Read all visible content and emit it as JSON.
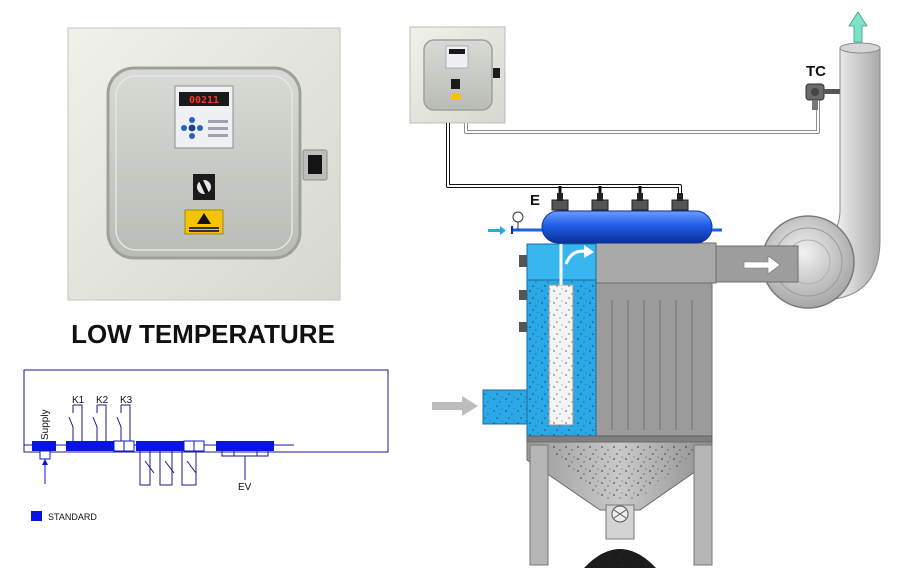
{
  "title": "LOW TEMPERATURE",
  "panel": {
    "display_value": "00211",
    "cabinet_color": "#e6e6e0",
    "door_color": "#c9ccc6"
  },
  "schematic": {
    "supply_label": "Supply",
    "relays": [
      "K1",
      "K2",
      "K3"
    ],
    "valves_label": "EV",
    "legend_label": "STANDARD",
    "standard_color": "#0a14e0"
  },
  "filter": {
    "electrovalve_label": "E",
    "temperature_sensor_label": "TC",
    "tank_color": "#1f5ee8",
    "housing_color": "#a9a9a9",
    "dirty_side_color": "#2aa8e8",
    "exhaust_arrow_color": "#7de3c8"
  }
}
